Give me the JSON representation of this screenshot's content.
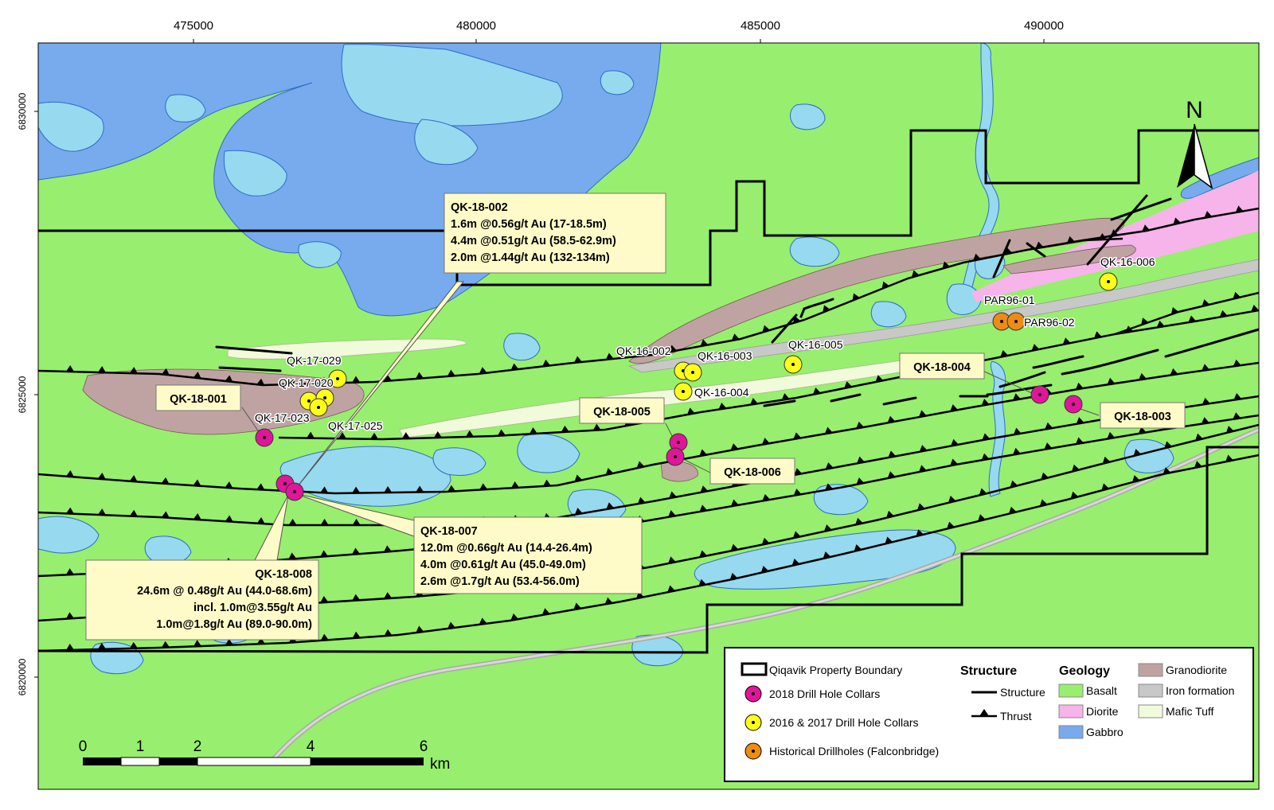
{
  "colors": {
    "basalt": "#98ee6e",
    "gabbro": "#78aaee",
    "water": "#97d9ef",
    "granodiorite": "#bfa3a2",
    "iron_formation": "#c8c8c8",
    "diorite": "#f6b4ea",
    "mafic_tuff": "#f1fadb",
    "collar_2018": "#e0169a",
    "collar_2016_2017": "#ffff19",
    "collar_historical": "#ed8c14",
    "callout_fill": "#fffbc8"
  },
  "axes": {
    "x_ticks": [
      "475000",
      "480000",
      "485000",
      "490000"
    ],
    "y_ticks": [
      "6830000",
      "6825000",
      "6820000"
    ]
  },
  "north_arrow": {
    "label": "N"
  },
  "scale_bar": {
    "labels": [
      "0",
      "1",
      "2",
      "4",
      "6"
    ],
    "unit": "km"
  },
  "hole_labels": {
    "qk17_029": "QK-17-029",
    "qk17_020": "QK-17-020",
    "qk17_023": "QK-17-023",
    "qk17_025": "QK-17-025",
    "qk16_002": "QK-16-002",
    "qk16_003": "QK-16-003",
    "qk16_004": "QK-16-004",
    "qk16_005": "QK-16-005",
    "qk16_006": "QK-16-006",
    "par96_01": "PAR96-01",
    "par96_02": "PAR96-02"
  },
  "callouts": {
    "qk18_001": {
      "title": "QK-18-001"
    },
    "qk18_002": {
      "title": "QK-18-002",
      "lines": [
        "1.6m @0.56g/t Au (17-18.5m)",
        "4.4m @0.51g/t Au (58.5-62.9m)",
        "2.0m @1.44g/t Au (132-134m)"
      ]
    },
    "qk18_003": {
      "title": "QK-18-003"
    },
    "qk18_004": {
      "title": "QK-18-004"
    },
    "qk18_005": {
      "title": "QK-18-005"
    },
    "qk18_006": {
      "title": "QK-18-006"
    },
    "qk18_007": {
      "title": "QK-18-007",
      "lines": [
        "12.0m @0.66g/t Au (14.4-26.4m)",
        "4.0m @0.61g/t Au (45.0-49.0m)",
        "2.6m @1.7g/t Au  (53.4-56.0m)"
      ]
    },
    "qk18_008": {
      "title": "QK-18-008",
      "lines": [
        "24.6m @ 0.48g/t Au (44.0-68.6m)",
        "incl. 1.0m@3.55g/t Au",
        "1.0m@1.8g/t Au (89.0-90.0m)"
      ]
    }
  },
  "legend": {
    "boundary": "Qiqavik Property Boundary",
    "collars_2018": "2018 Drill Hole Collars",
    "collars_2016_2017": "2016 & 2017 Drill Hole Collars",
    "collars_historical": "Historical Drillholes (Falconbridge)",
    "structure_head": "Structure",
    "structure": "Structure",
    "thrust": "Thrust",
    "geology_head": "Geology",
    "basalt": "Basalt",
    "diorite": "Diorite",
    "gabbro": "Gabbro",
    "granodiorite": "Granodiorite",
    "iron_formation": "Iron formation",
    "mafic_tuff": "Mafic Tuff"
  }
}
